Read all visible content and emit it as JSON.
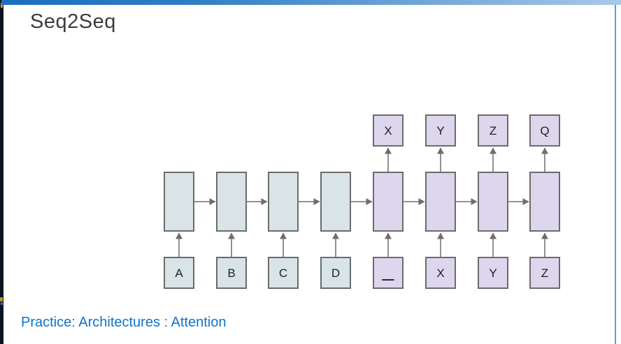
{
  "slide": {
    "title": "Seq2Seq",
    "footer": "Practice: Architectures : Attention"
  },
  "diagram": {
    "inputs": [
      "A",
      "B",
      "C",
      "D",
      "_",
      "X",
      "Y",
      "Z"
    ],
    "outputs": [
      "X",
      "Y",
      "Z",
      "Q"
    ],
    "colors": {
      "encoder_fill": "#d8e4e7",
      "decoder_fill": "#ddd6ed",
      "box_border": "#6b6b6b",
      "arrow": "#6e6e6e",
      "label_text": "#1f1f1f"
    }
  },
  "chrome": {
    "top_bar_gradient_start": "#1c6fbe",
    "top_bar_gradient_end": "#a9c9e9",
    "right_line_color": "#5b9bd5",
    "left_strip_color": "#0c1320",
    "title_color": "#3c3c3c",
    "footer_color": "#1173c5"
  }
}
